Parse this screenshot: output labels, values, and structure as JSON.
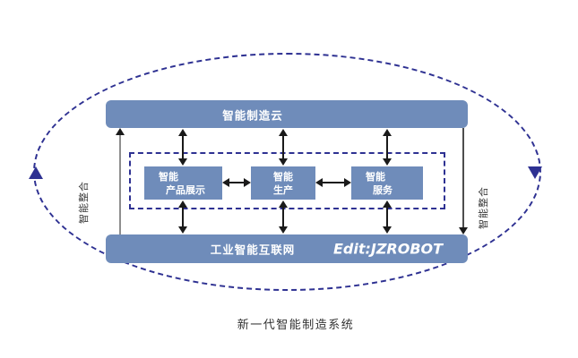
{
  "diagram": {
    "caption": "新一代智能制造系统",
    "cloud_bar": {
      "label": "智能制造云"
    },
    "internet_bar": {
      "label": "工业智能互联网",
      "edit_credit": "Edit:JZROBOT"
    },
    "boxes": [
      {
        "line1": "智能",
        "line2": "产品展示"
      },
      {
        "line1": "智能",
        "line2": "生产"
      },
      {
        "line1": "智能",
        "line2": "服务"
      }
    ],
    "side_labels": {
      "left": "智能整合",
      "right": "智能整合"
    },
    "colors": {
      "node_fill": "#6F8CBA",
      "dashed_outline": "#2E3192",
      "arrow": "#1A1A1A"
    }
  }
}
